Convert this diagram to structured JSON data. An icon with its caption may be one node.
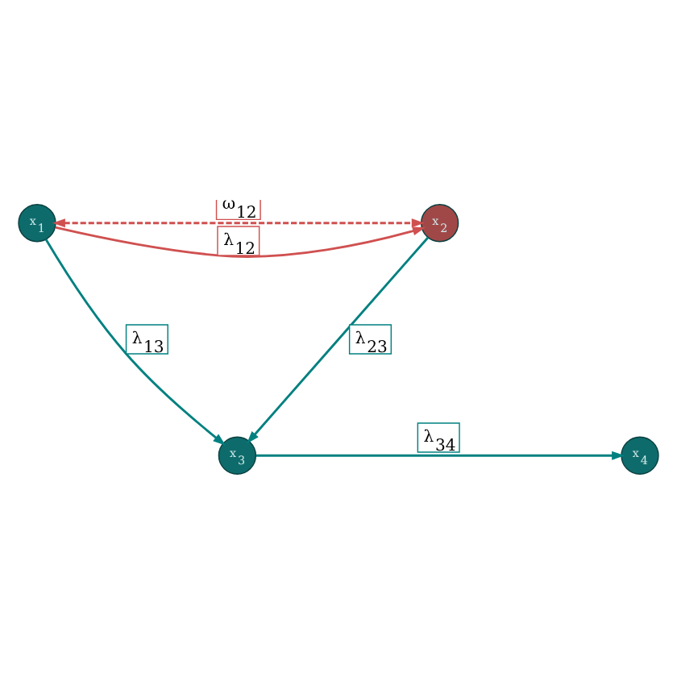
{
  "diagram": {
    "nodes": [
      {
        "text": [
          "x$_{1}$"
        ]
      },
      {
        "text": [
          "x$_{2}$"
        ]
      },
      {
        "text": [
          "x$_{3}$"
        ]
      },
      {
        "text": [
          "x$_{4}$"
        ]
      }
    ],
    "edges": [
      {
        "from": 0,
        "to": 1,
        "arrow": "both",
        "label": "ω$_{12}$",
        "style": "dashed",
        "color": "#d05050"
      },
      {
        "from": 0,
        "to": 1,
        "arrow": "to",
        "label": "λ$_{12}$",
        "color": "#d05050"
      },
      {
        "from": 1,
        "to": 2,
        "arrow": "to",
        "label": "λ$_{23}$"
      },
      {
        "from": 0,
        "to": 2,
        "arrow": "to",
        "label": "λ$_{13}$"
      },
      {
        "from": 2,
        "to": 3,
        "arrow": "to",
        "label": "λ$_{34}$"
      }
    ]
  }
}
